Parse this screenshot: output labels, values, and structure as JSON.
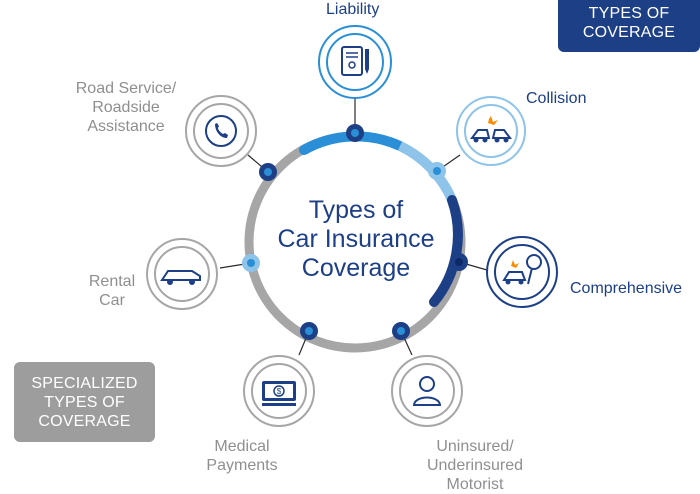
{
  "badges": {
    "types_of_coverage": [
      "TYPES OF",
      "COVERAGE"
    ],
    "specialized": [
      "SPECIALIZED",
      "TYPES OF",
      "COVERAGE"
    ]
  },
  "center": [
    "Types of",
    "Car Insurance",
    "Coverage"
  ],
  "coverages": {
    "liability": {
      "label": "Liability",
      "icon": "document-pen-icon",
      "category": "core"
    },
    "collision": {
      "label": "Collision",
      "icon": "cars-crash-icon",
      "category": "core"
    },
    "comprehensive": {
      "label": "Comprehensive",
      "icon": "car-tree-icon",
      "category": "core"
    },
    "uninsured": {
      "label": [
        "Uninsured/",
        "Underinsured",
        "Motorist"
      ],
      "icon": "person-icon",
      "category": "specialized"
    },
    "medical": {
      "label": [
        "Medical",
        "Payments"
      ],
      "icon": "money-icon",
      "category": "specialized"
    },
    "rental": {
      "label": [
        "Rental",
        "Car"
      ],
      "icon": "car-icon",
      "category": "specialized"
    },
    "road_service": {
      "label": [
        "Road Service/",
        "Roadside",
        "Assistance"
      ],
      "icon": "phone-icon",
      "category": "specialized"
    }
  },
  "colors": {
    "navy": "#1d3f86",
    "blue": "#2a8fd6",
    "light_blue": "#8ec3ea",
    "gray_ring": "#a6a6a6",
    "gray_badge": "#9d9d9d",
    "gray_text": "#8f8f8f"
  }
}
